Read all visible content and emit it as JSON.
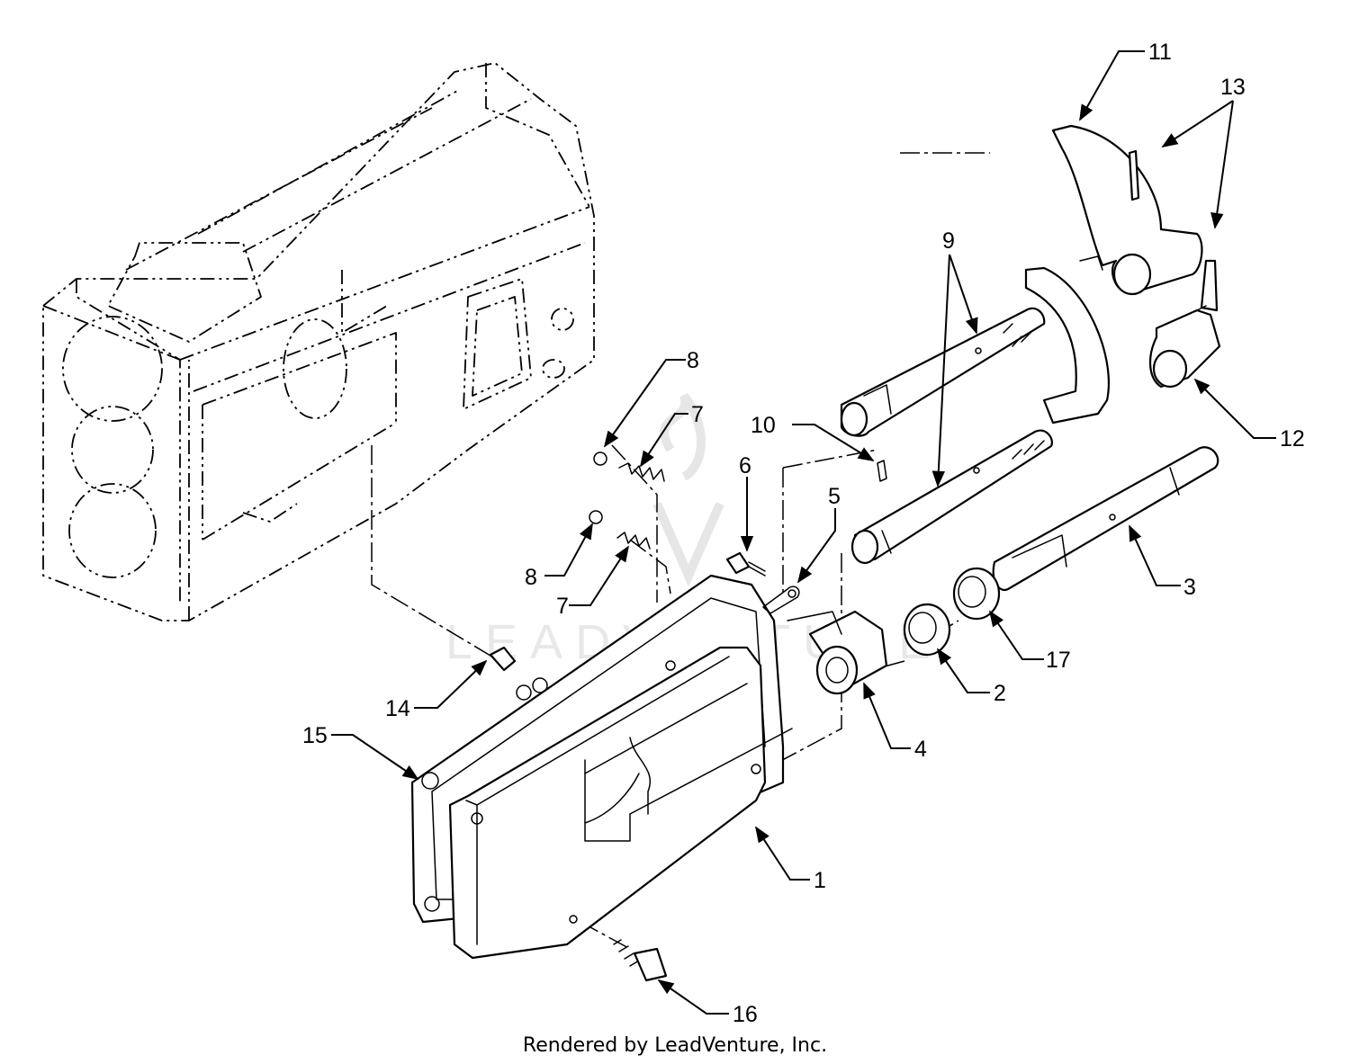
{
  "credit": "Rendered by LeadVenture, Inc.",
  "watermark": "LEADVENTURE",
  "callouts": [
    {
      "id": "c1",
      "text": "1"
    },
    {
      "id": "c2",
      "text": "2"
    },
    {
      "id": "c3",
      "text": "3"
    },
    {
      "id": "c4",
      "text": "4"
    },
    {
      "id": "c5",
      "text": "5"
    },
    {
      "id": "c6",
      "text": "6"
    },
    {
      "id": "c7a",
      "text": "7"
    },
    {
      "id": "c7b",
      "text": "7"
    },
    {
      "id": "c8a",
      "text": "8"
    },
    {
      "id": "c8b",
      "text": "8"
    },
    {
      "id": "c9",
      "text": "9"
    },
    {
      "id": "c10",
      "text": "10"
    },
    {
      "id": "c11",
      "text": "11"
    },
    {
      "id": "c12",
      "text": "12"
    },
    {
      "id": "c13",
      "text": "13"
    },
    {
      "id": "c14",
      "text": "14"
    },
    {
      "id": "c15",
      "text": "15"
    },
    {
      "id": "c16",
      "text": "16"
    },
    {
      "id": "c17",
      "text": "17"
    }
  ]
}
